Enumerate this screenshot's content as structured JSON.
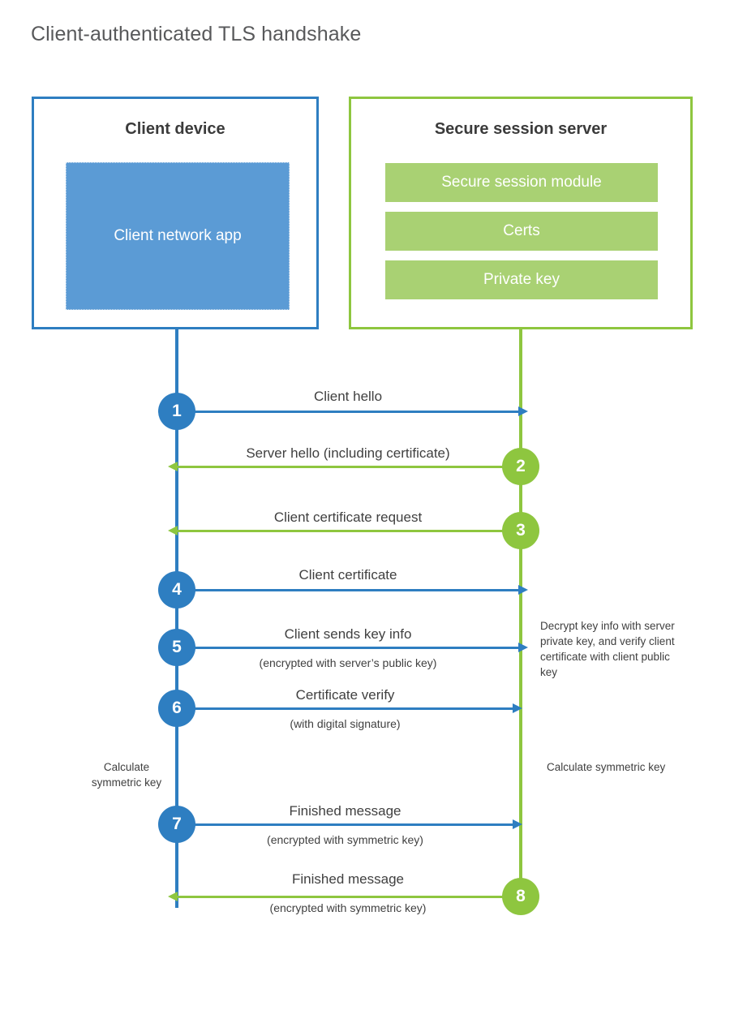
{
  "title": "Client-authenticated TLS handshake",
  "colors": {
    "client_blue": "#2e7ec1",
    "client_app_fill": "#5b9bd5",
    "server_green": "#8ec63f",
    "server_bar_fill": "#a9d173",
    "text_dark": "#404040",
    "title_gray": "#58595b"
  },
  "nodes": {
    "client": {
      "title": "Client device",
      "app_label": "Client network app"
    },
    "server": {
      "title": "Secure session server",
      "bars": [
        "Secure session module",
        "Certs",
        "Private key"
      ]
    }
  },
  "steps": [
    {
      "number": "1",
      "label": "Client hello",
      "sublabel": "",
      "direction": "client-to-server",
      "origin": "client"
    },
    {
      "number": "2",
      "label": "Server hello (including certificate)",
      "sublabel": "",
      "direction": "server-to-client",
      "origin": "server"
    },
    {
      "number": "3",
      "label": "Client certificate request",
      "sublabel": "",
      "direction": "server-to-client",
      "origin": "server"
    },
    {
      "number": "4",
      "label": "Client certificate",
      "sublabel": "",
      "direction": "client-to-server",
      "origin": "client"
    },
    {
      "number": "5",
      "label": "Client sends key info",
      "sublabel": "(encrypted with server’s public key)",
      "direction": "client-to-server",
      "origin": "client"
    },
    {
      "number": "6",
      "label": "Certificate verify",
      "sublabel": "(with digital signature)",
      "direction": "client-to-server",
      "origin": "client"
    },
    {
      "number": "7",
      "label": "Finished message",
      "sublabel": "(encrypted with symmetric key)",
      "direction": "client-to-server",
      "origin": "client"
    },
    {
      "number": "8",
      "label": "Finished message",
      "sublabel": "(encrypted with symmetric key)",
      "direction": "server-to-client",
      "origin": "server"
    }
  ],
  "notes": {
    "server_decrypt": "Decrypt key info with server private key, and verify client certificate with client public key",
    "client_calculate": "Calculate symmetric key",
    "server_calculate": "Calculate symmetric key"
  }
}
